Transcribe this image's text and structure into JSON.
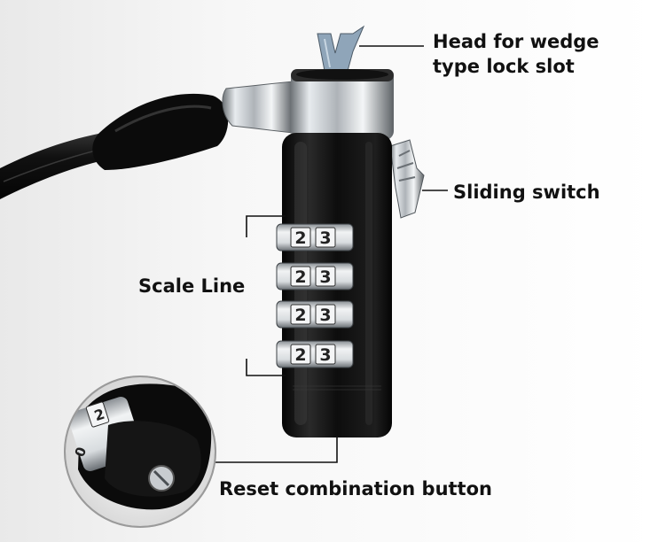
{
  "image": {
    "subject": "combination-cable-lock-photo",
    "colors": {
      "background": "#ffffff",
      "lock_body": "#0c0c0c",
      "metal": "#c9cdd1",
      "cable": "#1a1a1a",
      "callout_line": "#111111"
    }
  },
  "labels": {
    "head_line1": "Head for wedge",
    "head_line2": "type lock slot",
    "sliding_switch": "Sliding switch",
    "scale_line": "Scale Line",
    "reset_button": "Reset combination button"
  },
  "dials": [
    {
      "left_digit": "2",
      "right_digit": "3"
    },
    {
      "left_digit": "2",
      "right_digit": "3"
    },
    {
      "left_digit": "2",
      "right_digit": "3"
    },
    {
      "left_digit": "2",
      "right_digit": "3"
    }
  ],
  "inset_dial": {
    "digits": [
      "2",
      "0"
    ]
  }
}
